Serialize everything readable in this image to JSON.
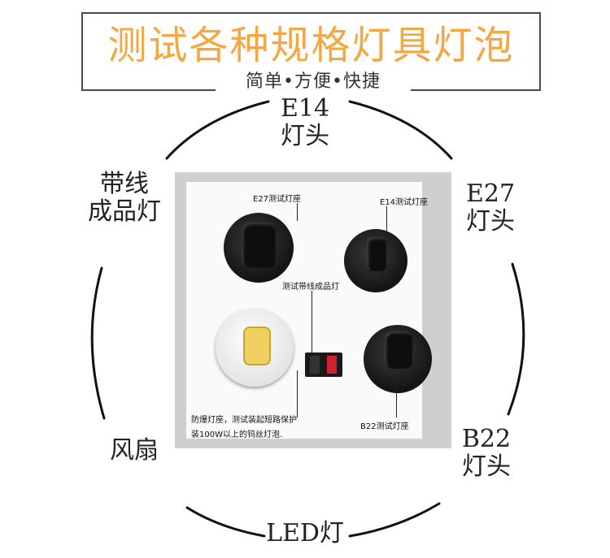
{
  "header": {
    "title": "测试各种规格灯具灯泡",
    "subtitle": "简单•方便•快捷"
  },
  "labels": {
    "e14_line1": "E14",
    "e14_line2": "灯头",
    "e27_line1": "E27",
    "e27_line2": "灯头",
    "b22_line1": "B22",
    "b22_line2": "灯头",
    "strip_line1": "带线",
    "strip_line2": "成品灯",
    "fan": "风扇",
    "led": "LED灯"
  },
  "photo": {
    "e27_socket": "E27测试灯座",
    "e14_socket": "E14测试灯座",
    "strip_light": "测试带线成品灯",
    "explosion_proof_line1": "防爆灯座，测试装起短路保护",
    "explosion_proof_line2": "装100W以上的钨丝灯泡.",
    "b22_socket": "B22测试灯座"
  },
  "colors": {
    "title": "#f4a742",
    "ring": "#111111",
    "socket_black": "#1c1c1c",
    "socket_white": "#f2f2f2",
    "terminal_red": "#d0222a"
  }
}
